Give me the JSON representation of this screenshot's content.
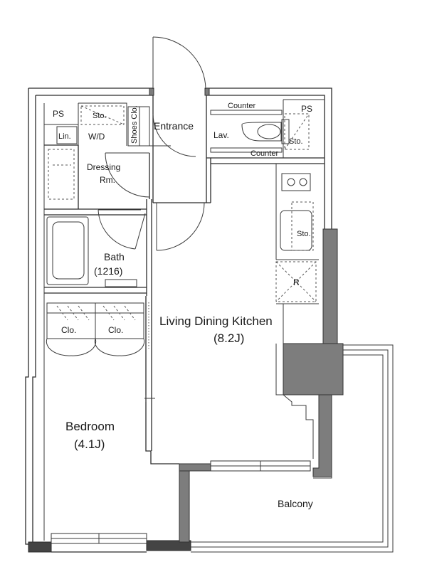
{
  "rooms": {
    "ldk_name": "Living Dining Kitchen",
    "ldk_size": "(8.2J)",
    "bedroom_name": "Bedroom",
    "bedroom_size": "(4.1J)",
    "balcony": "Balcony",
    "bath_name": "Bath",
    "bath_size": "(1216)",
    "dressing_line1": "Dressing",
    "dressing_line2": "Rm.",
    "entrance": "Entrance",
    "lav": "Lav."
  },
  "fixtures": {
    "ps_left": "PS",
    "ps_right": "PS",
    "sto_top_left": "Sto.",
    "wd": "W/D",
    "lin": "Lin.",
    "shoes_clo": "Shoes Clo.",
    "counter_top": "Counter",
    "counter_bottom": "Counter",
    "sto_lav": "Sto.",
    "sto_kitchen": "Sto.",
    "refrigerator": "R",
    "clo_left": "Clo.",
    "clo_right": "Clo."
  }
}
